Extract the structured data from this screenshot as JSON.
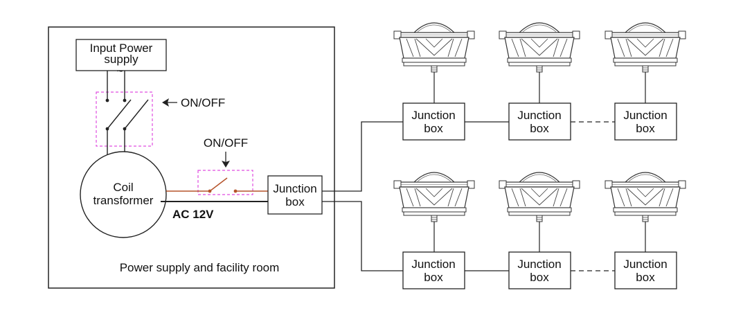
{
  "input_power": {
    "line1": "Input Power",
    "line2": "supply",
    "symbol": "~"
  },
  "switch_label_1": "ON/OFF",
  "switch_label_2": "ON/OFF",
  "transformer": {
    "line1": "Coil",
    "line2": "transformer"
  },
  "voltage_label": "AC 12V",
  "room_caption": "Power supply and facility room",
  "junction_label": {
    "line1": "Junction",
    "line2": "box"
  },
  "colors": {
    "line": "#222222",
    "switch_box": "#e04ce0",
    "live_wire": "#b5532a"
  },
  "icons": [
    "pool-light-icon",
    "arrow-left-icon",
    "arrow-down-icon"
  ]
}
